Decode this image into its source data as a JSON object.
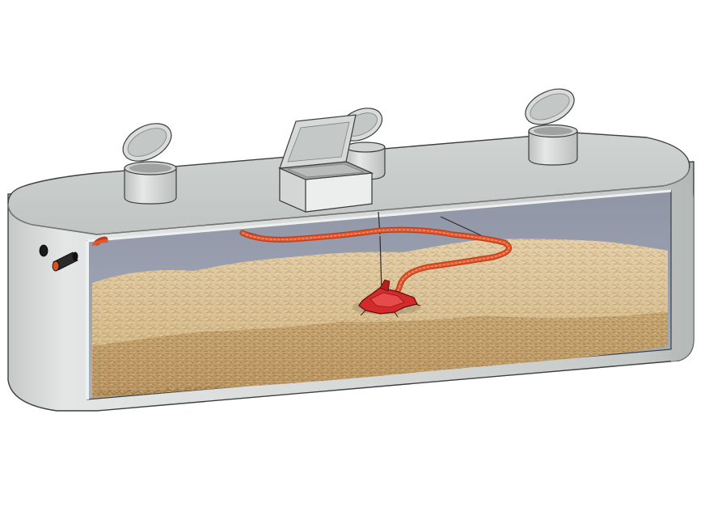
{
  "illustration": {
    "subject": "underground-pellet-storage-tank-with-suction-mole",
    "colors": {
      "background": "#ffffff",
      "concrete_light": "#dfe2e1",
      "concrete_mid": "#c7cbc9",
      "concrete_dark": "#a9aeac",
      "outline": "#3c3f40",
      "interior_air": "#9ea4b3",
      "pellet_light": "#d9c29a",
      "pellet_mid": "#c9aa76",
      "pellet_dark": "#b08a55",
      "hose": "#e4572e",
      "hose_dark": "#b83d1c",
      "mole": "#d42a2a",
      "mole_dark": "#8f1717",
      "pipe": "#222222",
      "pipe_accent": "#d8541f"
    },
    "parts": [
      "concrete-tank-shell",
      "cutaway-interior",
      "wood-pellet-fill",
      "manhole-lid-left",
      "manhole-lid-center",
      "manhole-lid-right",
      "open-control-box",
      "suction-hose",
      "suction-mole",
      "suspension-cables",
      "inlet-pipes"
    ]
  }
}
